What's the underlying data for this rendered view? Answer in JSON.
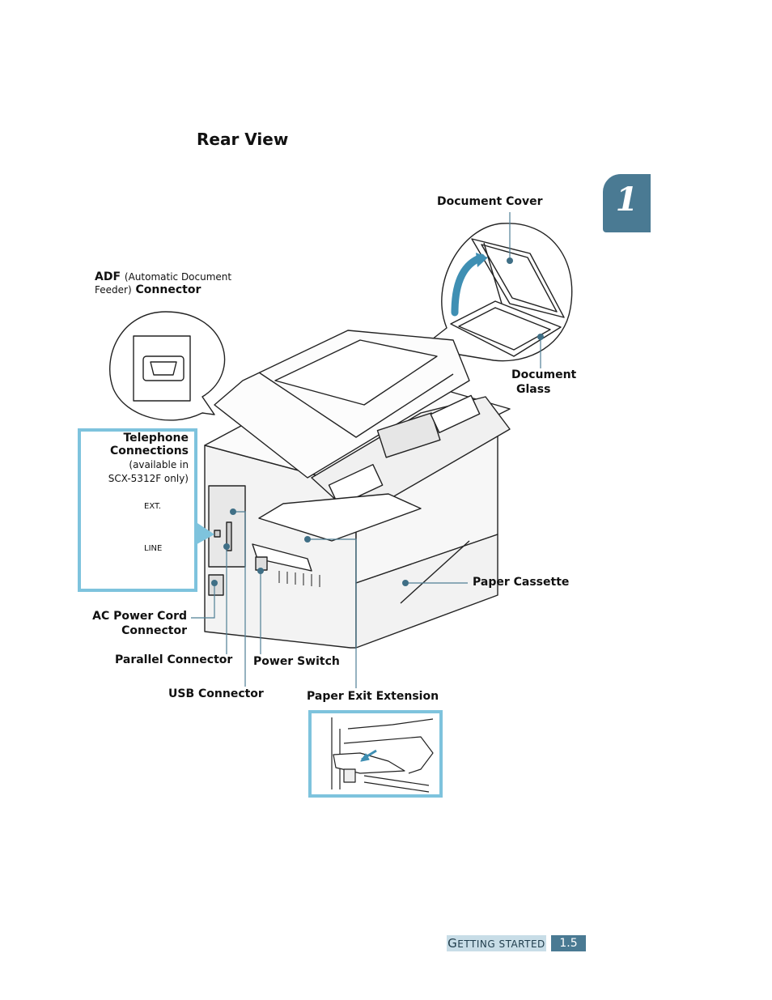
{
  "page": {
    "title": "Rear View",
    "chapter_number": "1"
  },
  "labels": {
    "document_cover": "Document Cover",
    "document_glass_line1": "Document",
    "document_glass_line2": "Glass",
    "adf_bold": "ADF",
    "adf_paren_1": "(Automatic Document",
    "adf_paren_2": "Feeder)",
    "adf_connector": "Connector",
    "telephone_line1": "Telephone",
    "telephone_line2": "Connections",
    "telephone_note1": "(available in",
    "telephone_note2": "SCX-5312F only)",
    "ext_jack": "EXT.",
    "line_jack": "LINE",
    "paper_cassette": "Paper Cassette",
    "ac_power_line1": "AC Power Cord",
    "ac_power_line2": "Connector",
    "parallel_connector": "Parallel Connector",
    "power_switch": "Power Switch",
    "usb_connector": "USB Connector",
    "paper_exit_extension": "Paper Exit Extension"
  },
  "footer": {
    "section_first": "G",
    "section_rest": "ETTING STARTED",
    "page_number": "1.5"
  },
  "colors": {
    "accent": "#4a7a93",
    "highlight_box": "#7ec3dd",
    "leader_dot": "#3f6f86"
  }
}
